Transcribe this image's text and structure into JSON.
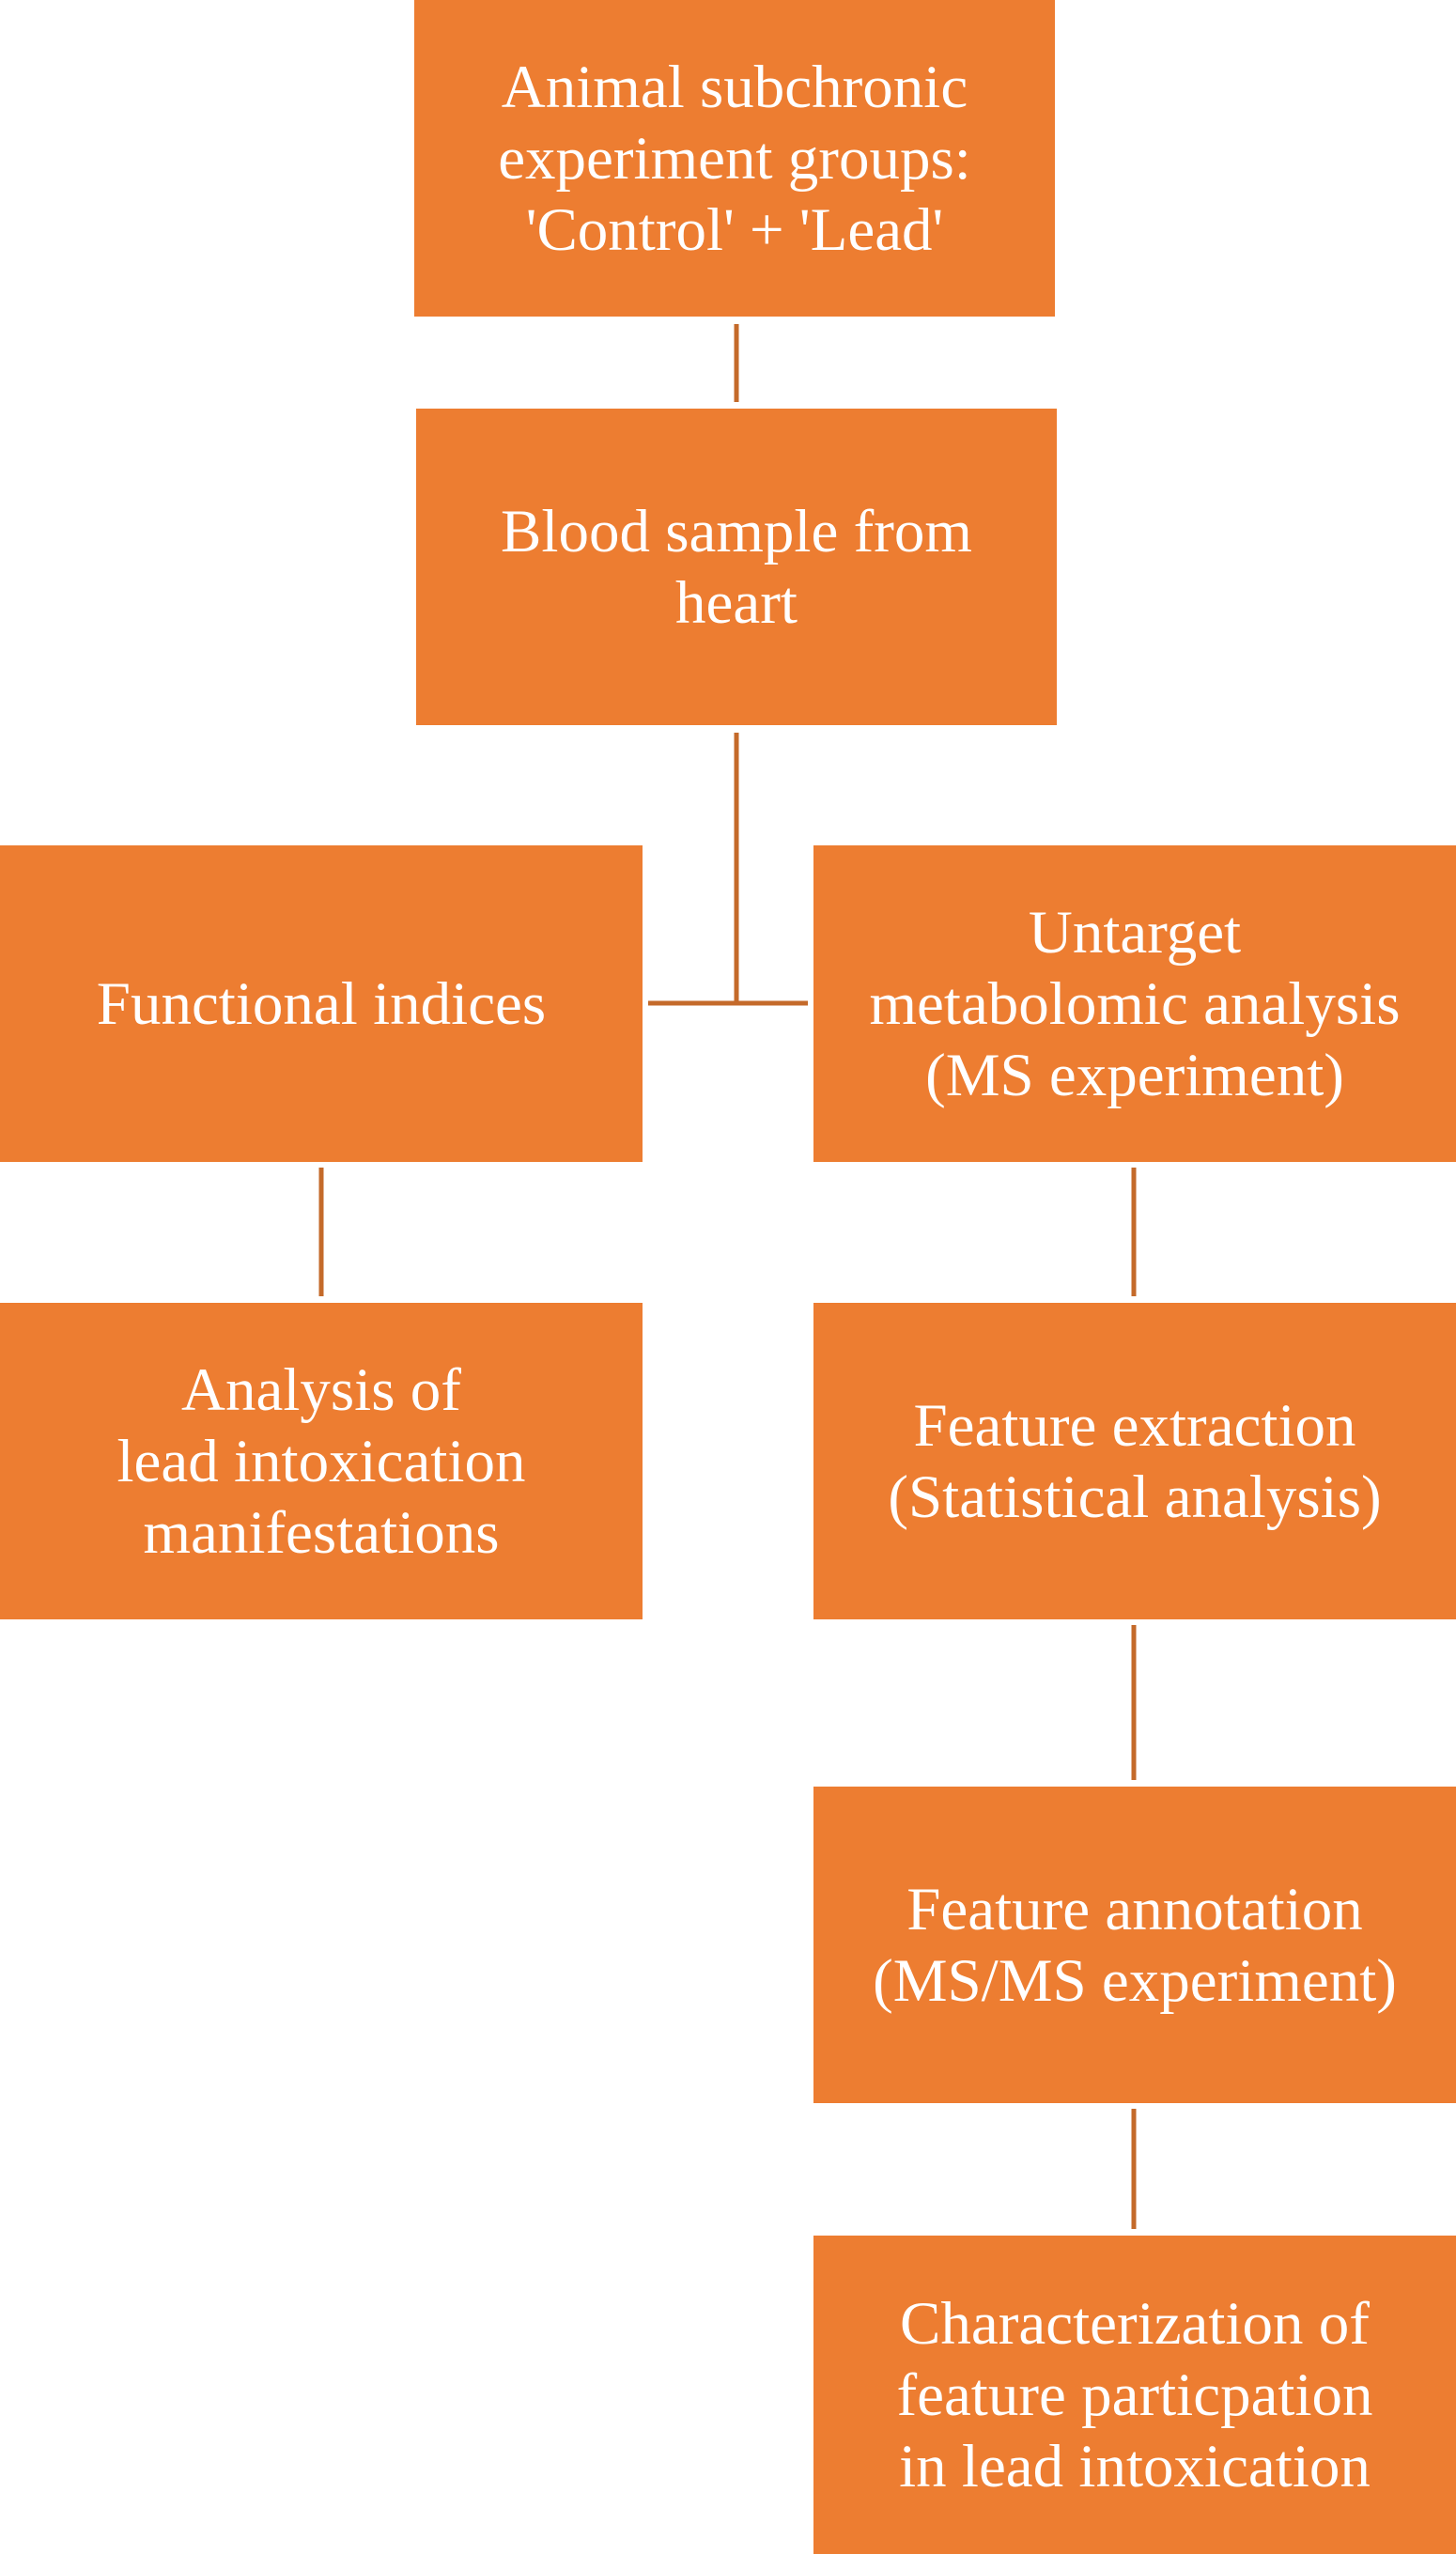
{
  "nodes": {
    "start": {
      "lines": [
        "Animal subchronic",
        "experiment groups:",
        "'Control' + 'Lead'"
      ]
    },
    "blood_sample": {
      "lines": [
        "Blood sample from",
        "heart"
      ]
    },
    "functional_indices": {
      "lines": [
        "Functional indices"
      ]
    },
    "untarget_analysis": {
      "lines": [
        "Untarget",
        "metabolomic analysis",
        "(MS experiment)"
      ]
    },
    "intoxication_analysis": {
      "lines": [
        "Analysis of",
        "lead intoxication",
        "manifestations"
      ]
    },
    "feature_extraction": {
      "lines": [
        "Feature extraction",
        "(Statistical analysis)"
      ]
    },
    "feature_annotation": {
      "lines": [
        "Feature annotation",
        "(MS/MS experiment)"
      ]
    },
    "characterization": {
      "lines": [
        "Characterization of",
        "feature particpation",
        "in lead intoxication"
      ]
    }
  },
  "colors": {
    "box_fill": "#ed7d31",
    "box_text": "#ffffff",
    "connector": "#c46a2a",
    "background": "#ffffff"
  }
}
